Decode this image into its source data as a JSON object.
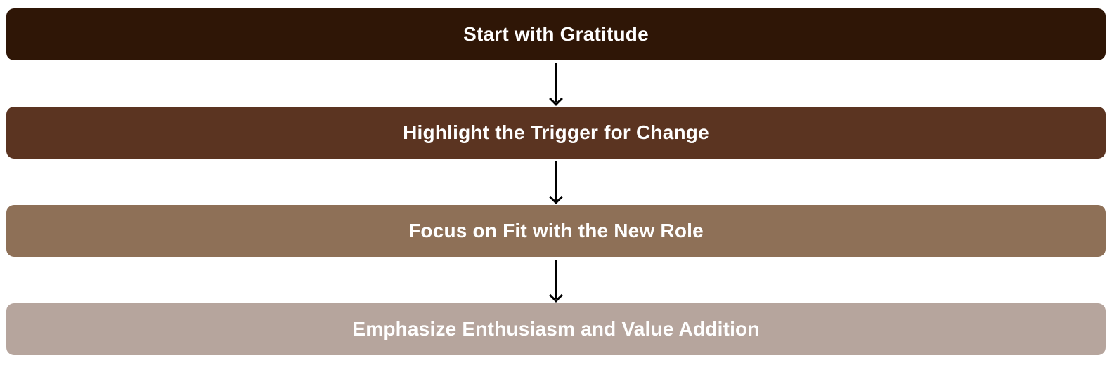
{
  "diagram": {
    "type": "vertical-flowchart",
    "background_color": "#FFFFFF",
    "arrow_color": "#000000",
    "text_color": "#FFFFFF",
    "steps": [
      {
        "label": "Start with Gratitude",
        "color": "#2F1606"
      },
      {
        "label": "Highlight the Trigger for Change",
        "color": "#5B3421"
      },
      {
        "label": "Focus on Fit with the New Role",
        "color": "#8E7057"
      },
      {
        "label": "Emphasize Enthusiasm and Value Addition",
        "color": "#B6A59D"
      }
    ]
  }
}
